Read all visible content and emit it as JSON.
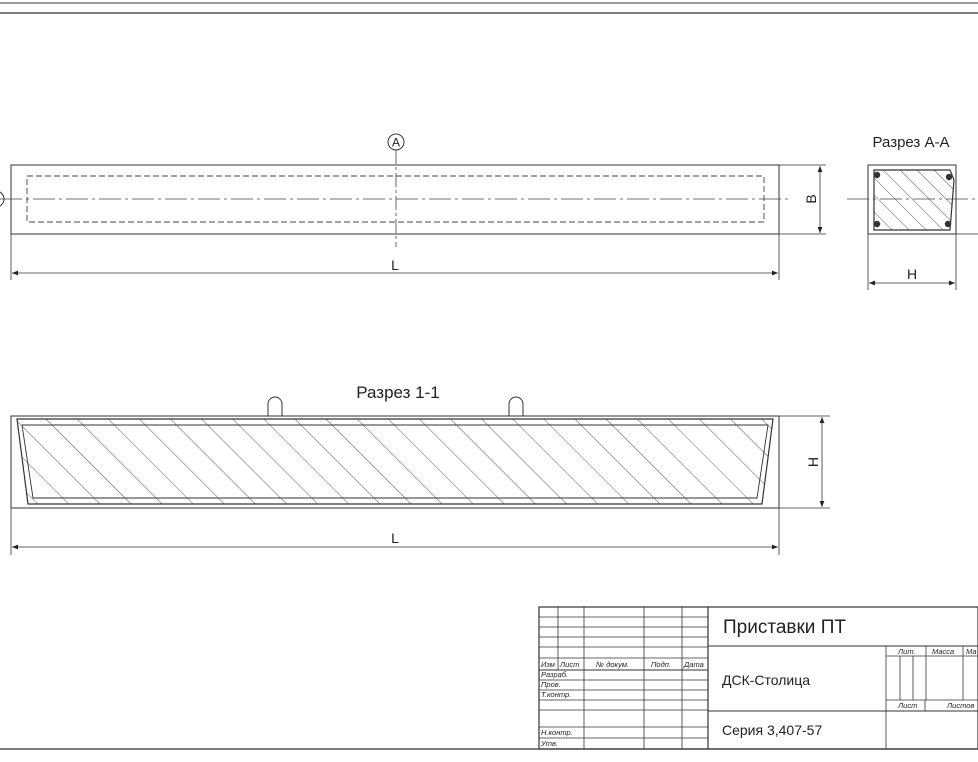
{
  "views": {
    "plan": {
      "axis_marker": "A",
      "dim_width": "B",
      "dim_length": "L"
    },
    "section_aa": {
      "title": "Разрез А-А",
      "dim_height": "H"
    },
    "section_11": {
      "title": "Разрез 1-1",
      "dim_height": "H",
      "dim_length": "L"
    }
  },
  "title_block": {
    "product_name": "Приставки ПТ",
    "organization": "ДСК-Столица",
    "series": "Серия 3,407-57",
    "header_cols": [
      "Изм",
      "Лист",
      "№ докум.",
      "Подп.",
      "Дата"
    ],
    "rows": [
      "Разраб.",
      "Пров.",
      "Т.контр.",
      "Н.контр.",
      "Утв."
    ],
    "right_header": [
      "Лит.",
      "Масса",
      "Ма"
    ],
    "right_sheet": [
      "Лист",
      "Листов"
    ]
  }
}
